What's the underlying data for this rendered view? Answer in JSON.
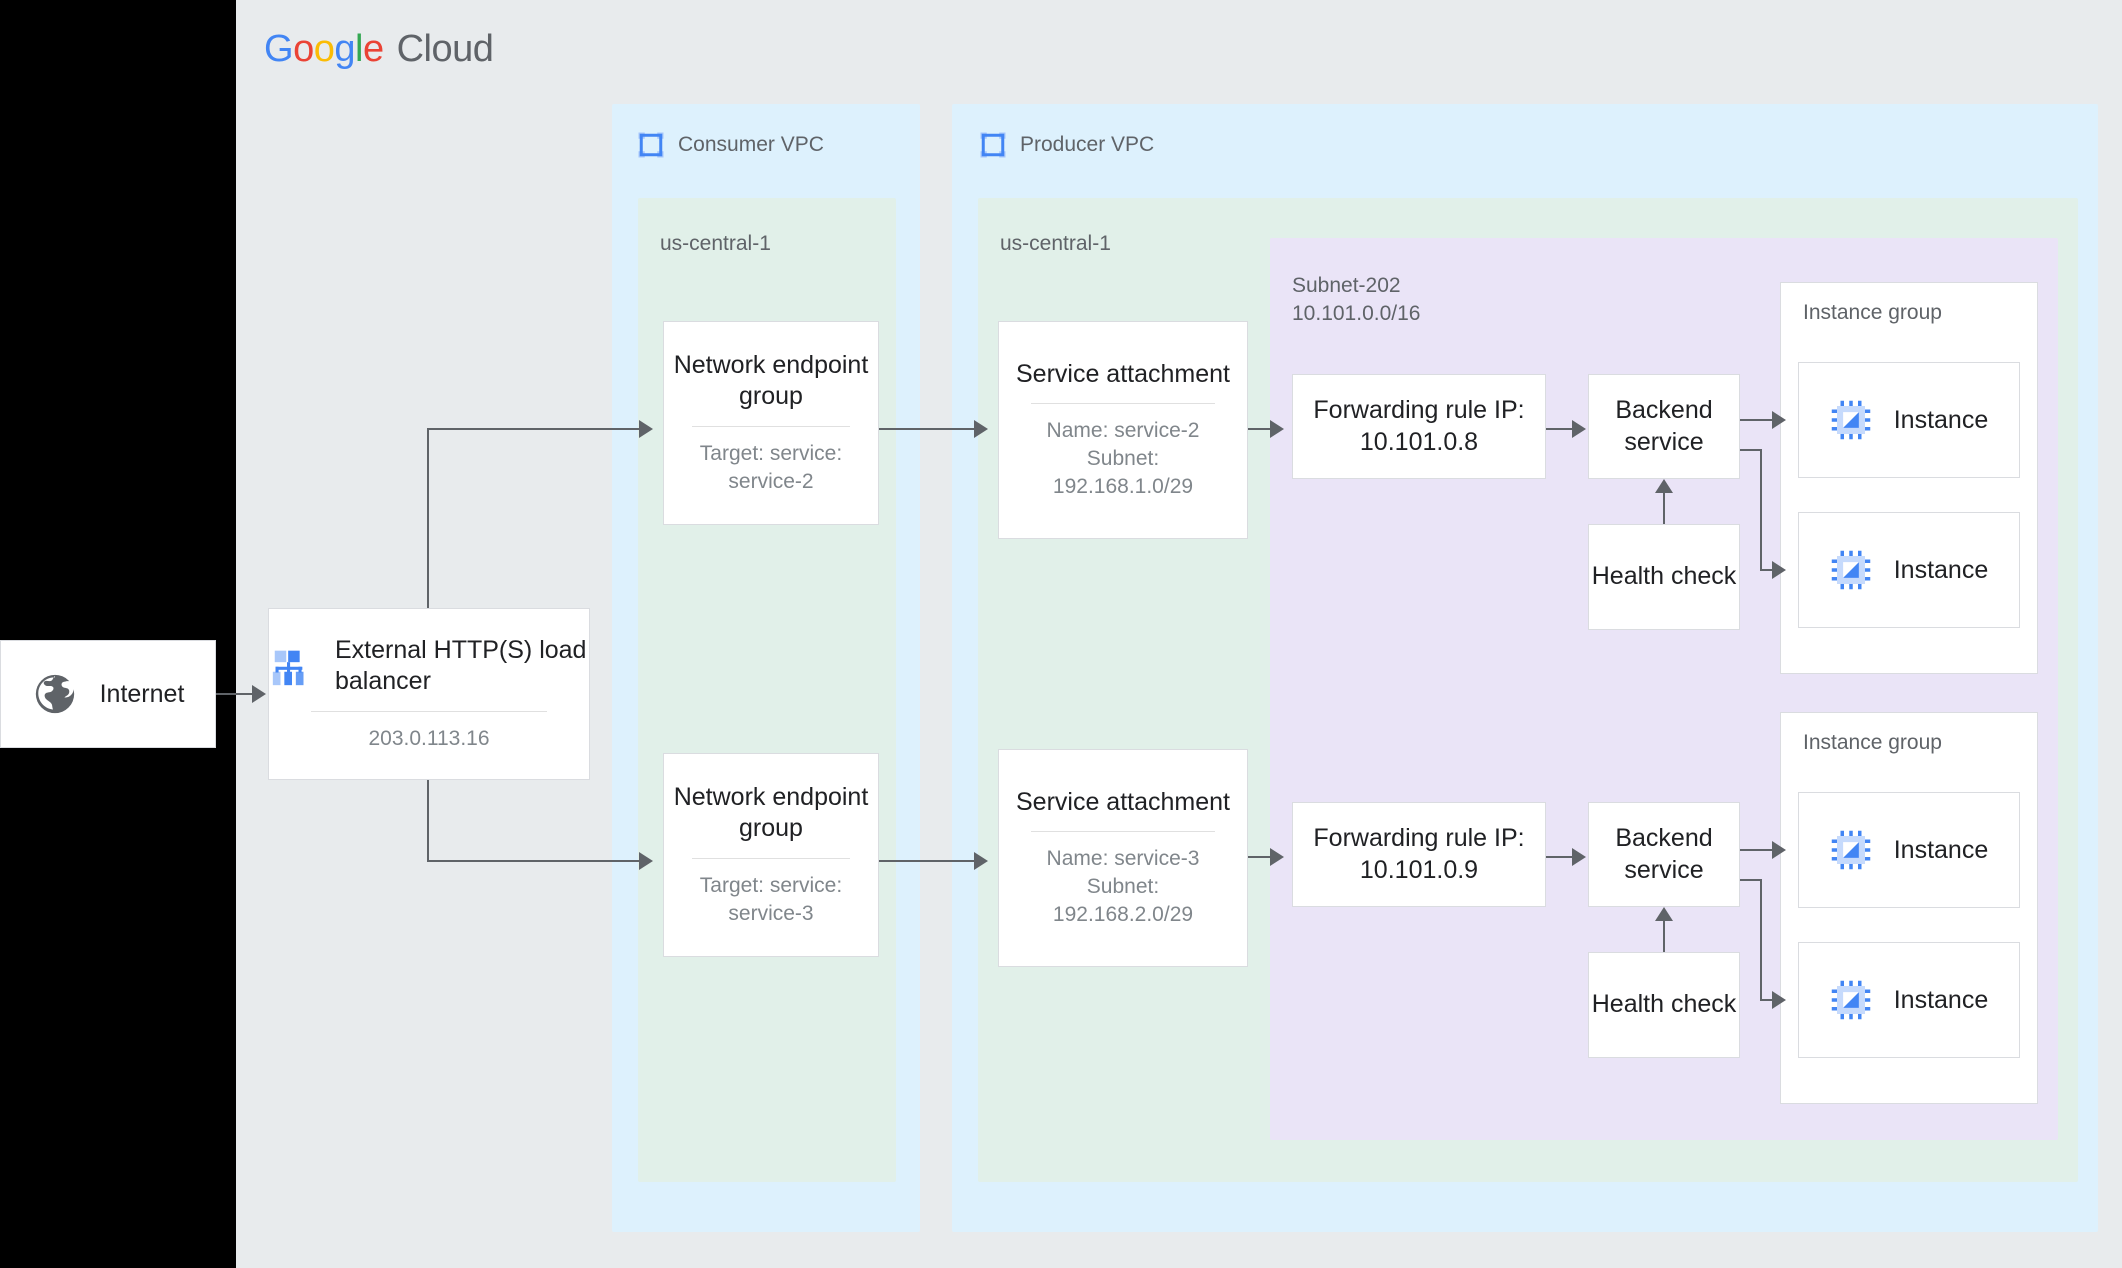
{
  "brand": {
    "google": [
      {
        "ch": "G",
        "color": "#4285f4"
      },
      {
        "ch": "o",
        "color": "#ea4335"
      },
      {
        "ch": "o",
        "color": "#fbbc05"
      },
      {
        "ch": "g",
        "color": "#4285f4"
      },
      {
        "ch": "l",
        "color": "#34a853"
      },
      {
        "ch": "e",
        "color": "#ea4335"
      }
    ],
    "cloud": "Cloud"
  },
  "colors": {
    "page_background": "#000000",
    "panel_background": "#e8ebed",
    "vpc_background": "#ddf1fd",
    "region_background": "#e1f0e9",
    "subnet_background": "#eae4f7",
    "node_background": "#ffffff",
    "node_border": "#dadce0",
    "connector": "#5f6368",
    "title_text": "#202124",
    "muted_text": "#5f6368",
    "sub_text": "#80868b",
    "icon_blue": "#4285f4",
    "icon_blue_light": "#a8c7fa",
    "icon_grey": "#5f6368"
  },
  "internet": {
    "label": "Internet",
    "icon": "globe-icon"
  },
  "load_balancer": {
    "title": "External HTTP(S)\nload balancer",
    "ip": "203.0.113.16",
    "icon": "load-balancer-icon"
  },
  "consumer_vpc": {
    "label": "Consumer VPC",
    "icon": "vpc-icon",
    "region": "us-central-1",
    "negs": [
      {
        "title": "Network\nendpoint group",
        "sub": "Target: service:\nservice-2"
      },
      {
        "title": "Network\nendpoint group",
        "sub": "Target: service:\nservice-3"
      }
    ]
  },
  "producer_vpc": {
    "label": "Producer VPC",
    "icon": "vpc-icon",
    "region": "us-central-1",
    "subnet": {
      "name": "Subnet-202",
      "cidr": "10.101.0.0/16"
    },
    "service_attachments": [
      {
        "title": "Service attachment",
        "sub": "Name: service-2\nSubnet:\n192.168.1.0/29"
      },
      {
        "title": "Service attachment",
        "sub": "Name: service-3\nSubnet:\n192.168.2.0/29"
      }
    ],
    "forwarding_rules": [
      {
        "title": "Forwarding rule\nIP: 10.101.0.8"
      },
      {
        "title": "Forwarding rule\nIP: 10.101.0.9"
      }
    ],
    "backend_services": [
      {
        "title": "Backend\nservice"
      },
      {
        "title": "Backend\nservice"
      }
    ],
    "health_checks": [
      {
        "title": "Health\ncheck"
      },
      {
        "title": "Health\ncheck"
      }
    ],
    "instance_groups": [
      {
        "label": "Instance group",
        "instances": [
          {
            "label": "Instance"
          },
          {
            "label": "Instance"
          }
        ]
      },
      {
        "label": "Instance group",
        "instances": [
          {
            "label": "Instance"
          },
          {
            "label": "Instance"
          }
        ]
      }
    ]
  }
}
